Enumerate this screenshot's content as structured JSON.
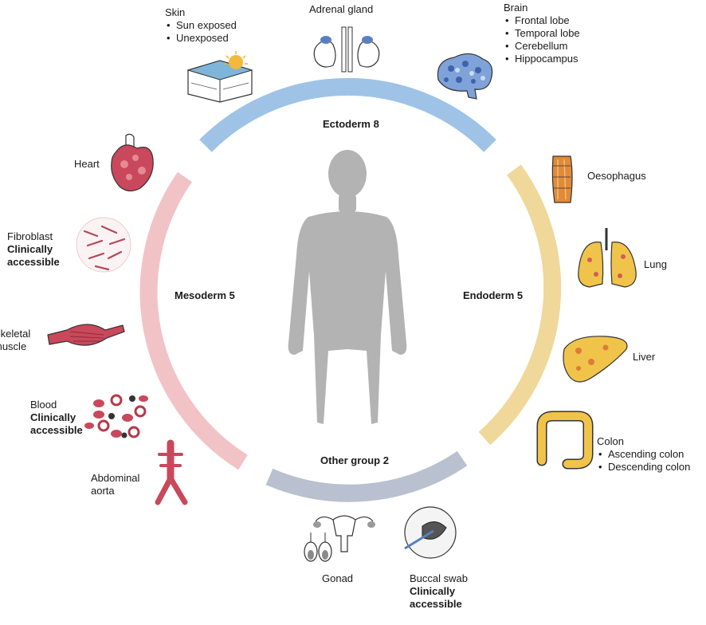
{
  "groups": {
    "ectoderm": "Ectoderm 8",
    "mesoderm": "Mesoderm 5",
    "endoderm": "Endoderm 5",
    "other": "Other group 2"
  },
  "tissues": {
    "skin": {
      "name": "Skin",
      "subtypes": [
        "Sun exposed",
        "Unexposed"
      ]
    },
    "adrenal": {
      "name": "Adrenal gland"
    },
    "brain": {
      "name": "Brain",
      "subtypes": [
        "Frontal lobe",
        "Temporal lobe",
        "Cerebellum",
        "Hippocampus"
      ]
    },
    "heart": {
      "name": "Heart"
    },
    "fibroblast": {
      "name": "Fibroblast",
      "note": "Clinically accessible"
    },
    "skeletal": {
      "name_line1": "Skeletal",
      "name_line2": "muscle"
    },
    "blood": {
      "name": "Blood",
      "note_line1": "Clinically",
      "note_line2": "accessible"
    },
    "aorta": {
      "name_line1": "Abdominal",
      "name_line2": "aorta"
    },
    "oesophagus": {
      "name": "Oesophagus"
    },
    "lung": {
      "name": "Lung"
    },
    "liver": {
      "name": "Liver"
    },
    "colon": {
      "name": "Colon",
      "subtypes": [
        "Ascending colon",
        "Descending colon"
      ]
    },
    "gonad": {
      "name": "Gonad"
    },
    "buccal": {
      "name": "Buccal swab",
      "note_line1": "Clinically",
      "note_line2": "accessible"
    }
  },
  "colors": {
    "ectoderm": "#9ec3e6",
    "mesoderm": "#f2c3c6",
    "endoderm": "#f0d79a",
    "other": "#b9c0d0",
    "body": "#b3b3b3",
    "tissue_red": "#c9485b",
    "tissue_yellow": "#f0c44a"
  }
}
